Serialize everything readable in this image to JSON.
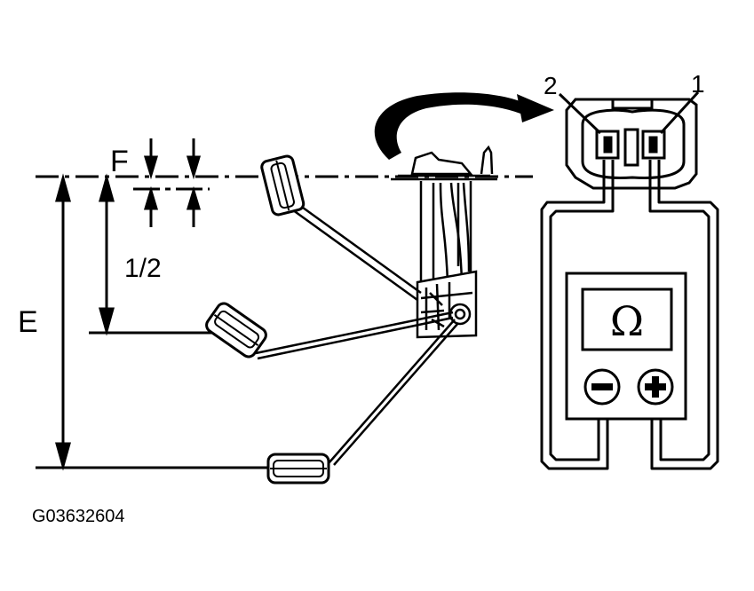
{
  "labels": {
    "f": "F",
    "half": "1/2",
    "e": "E",
    "pin2": "2",
    "pin1": "1",
    "ohm": "Ω",
    "figure_id": "G03632604"
  },
  "meter": {
    "symbol_icon": "ohm-symbol",
    "negative_terminal_icon": "minus-icon",
    "positive_terminal_icon": "plus-icon"
  },
  "colors": {
    "ink": "#000000",
    "paper": "#ffffff"
  }
}
